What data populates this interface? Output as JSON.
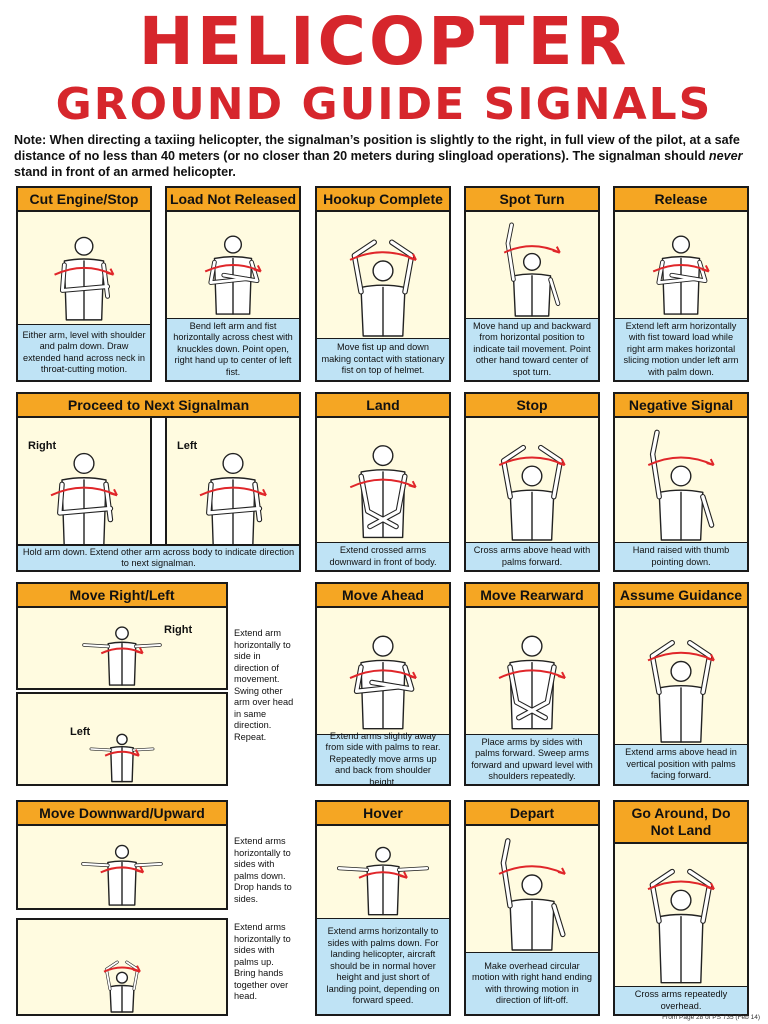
{
  "title": "HELICOPTER",
  "subtitle": "GROUND GUIDE SIGNALS",
  "note": {
    "label": "Note:",
    "text1": " When directing a taxiing helicopter, the signalman’s position is slightly to the right, in full view of the pilot, at a safe distance of no less than 40 meters (or no closer than 20 meters during slingload operations). The signalman should ",
    "emphasis": "never",
    "text2": " stand in front of an armed helicopter."
  },
  "colors": {
    "title": "#d6262c",
    "header": "#f5a623",
    "caption": "#bfe3f5",
    "panel": "#fffbe0",
    "arrow": "#e0262a"
  },
  "signals": {
    "cut_engine": {
      "title": "Cut Engine/Stop",
      "caption": "Either arm, level with shoulder and palm down. Draw extended hand across neck in throat-cutting motion."
    },
    "load_not_released": {
      "title": "Load Not Released",
      "caption": "Bend left arm and fist horizontally across chest with knuckles down. Point open, right hand up to center of left fist."
    },
    "hookup_complete": {
      "title": "Hookup Complete",
      "caption": "Move fist up and down making contact with stationary fist on top of helmet."
    },
    "spot_turn": {
      "title": "Spot Turn",
      "caption": "Move hand up and backward from horizontal position to indicate tail movement. Point other hand toward center of spot turn."
    },
    "release": {
      "title": "Release",
      "caption": "Extend left arm horizontally with fist toward load while right arm makes horizontal slicing motion under left arm with palm down."
    },
    "proceed": {
      "title": "Proceed to Next Signalman",
      "label_right": "Right",
      "label_left": "Left",
      "caption": "Hold arm down. Extend other arm across body to indicate direction to next signalman."
    },
    "land": {
      "title": "Land",
      "caption": "Extend crossed arms downward in front of body."
    },
    "stop": {
      "title": "Stop",
      "caption": "Cross arms above head with palms forward."
    },
    "negative": {
      "title": "Negative Signal",
      "caption": "Hand raised with thumb pointing down."
    },
    "move_right_left": {
      "title": "Move Right/Left",
      "label_right": "Right",
      "label_left": "Left",
      "description": "Extend arm horizontally to side in direction of movement. Swing other arm over head in same direction. Repeat."
    },
    "move_ahead": {
      "title": "Move Ahead",
      "caption": "Extend arms slightly away from side with palms to rear. Repeatedly move arms up and back from shoulder height."
    },
    "move_rearward": {
      "title": "Move Rearward",
      "caption": "Place arms by sides with palms forward. Sweep arms forward and upward level with shoulders repeatedly."
    },
    "assume_guidance": {
      "title": "Assume Guidance",
      "caption": "Extend arms above head in vertical position with palms facing forward."
    },
    "move_down_up": {
      "title": "Move Downward/Upward",
      "desc_down": "Extend arms horizontally to sides with palms down. Drop hands to sides.",
      "desc_up": "Extend arms horizontally to sides with palms up. Bring hands together over head."
    },
    "hover": {
      "title": "Hover",
      "caption": "Extend arms horizontally to sides with palms down. For landing helicopter, aircraft should be in normal hover height and just short of landing point, depending on forward speed."
    },
    "depart": {
      "title": "Depart",
      "caption": "Make overhead circular motion with right hand ending with throwing motion in direction of lift-off."
    },
    "go_around": {
      "title": "Go Around, Do Not Land",
      "caption": "Cross arms repeatedly overhead."
    }
  },
  "footer": "From Page 28 of PS 735 (Feb 14)"
}
